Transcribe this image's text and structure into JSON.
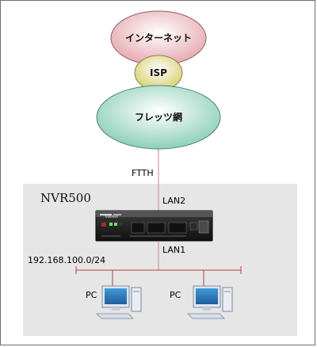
{
  "diagram": {
    "clouds": [
      {
        "id": "internet",
        "label": "インターネット",
        "color": "#f2c9cf"
      },
      {
        "id": "isp",
        "label": "ISP",
        "color": "#ede8ae"
      },
      {
        "id": "flets",
        "label": "フレッツ網",
        "color": "#b6e1d2"
      }
    ],
    "links": {
      "wan": "FTTH",
      "lan2": "LAN2",
      "lan1": "LAN1"
    },
    "router": {
      "title": "NVR500",
      "brand": "YAMAHA"
    },
    "network": "192.168.100.0/24",
    "clients": [
      {
        "label": "PC"
      },
      {
        "label": "PC"
      }
    ],
    "colors": {
      "lan_zone": "#e6e6e6",
      "bus_line": "#b93d3d",
      "uplink_line": "#c98a8a"
    }
  }
}
